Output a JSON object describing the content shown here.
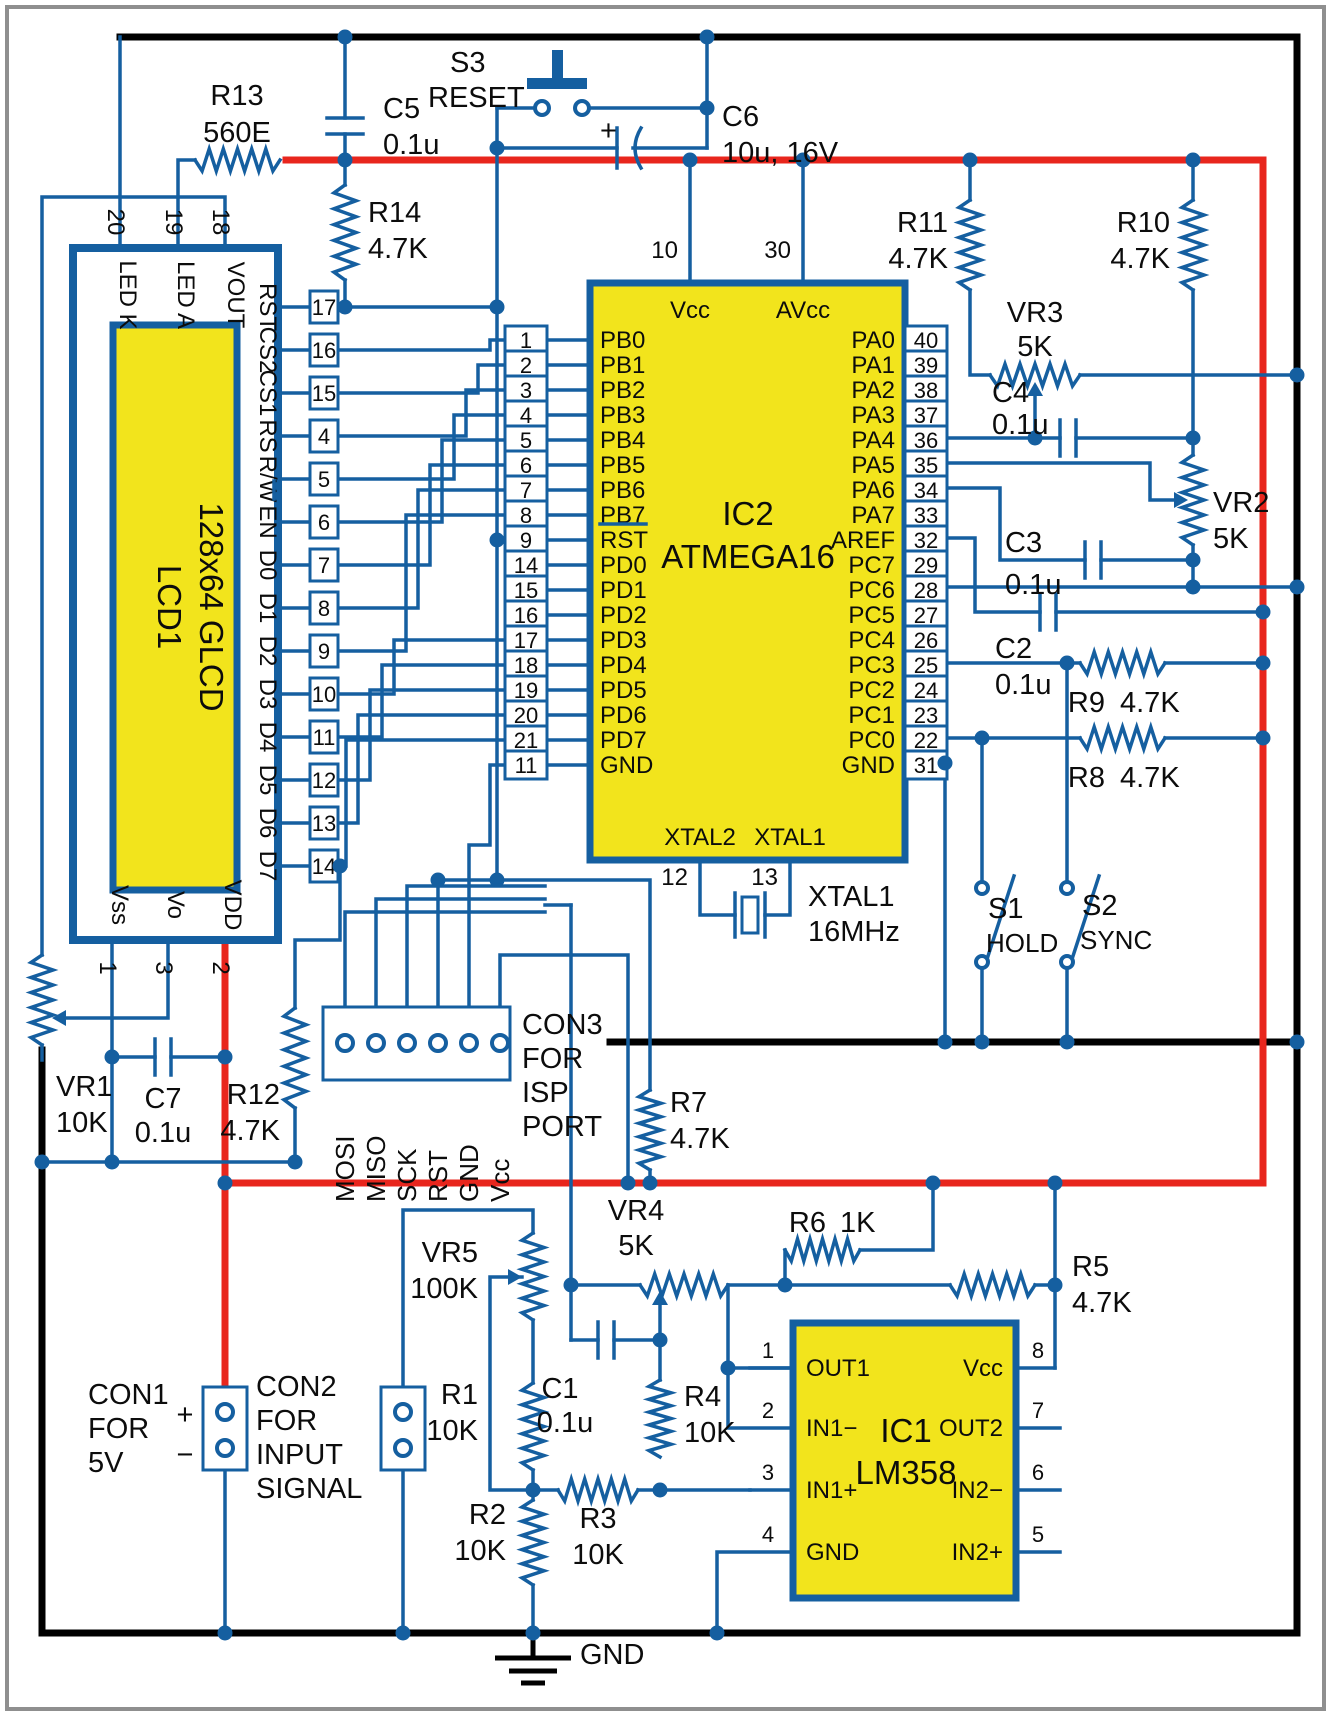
{
  "diagram": {
    "type": "circuit schematic",
    "system": "ATmega16 + 128x64 GLCD + LM358 signal front-end"
  },
  "colors": {
    "wire_blue": "#155fa0",
    "bus_black": "#000000",
    "bus_red": "#e8261d",
    "block_yellow": "#f2e41c",
    "border_gray": "#8f8f8f"
  },
  "gnd_label": "GND",
  "lcd": {
    "ref": "LCD1",
    "part": "128x64 GLCD",
    "top_pins": [
      {
        "num": "20",
        "name": "LED K"
      },
      {
        "num": "19",
        "name": "LED A"
      },
      {
        "num": "18",
        "name": "VOUT"
      }
    ],
    "right_pins": [
      {
        "num": "17",
        "name": "RST"
      },
      {
        "num": "16",
        "name": "CS2"
      },
      {
        "num": "15",
        "name": "CS1"
      },
      {
        "num": "4",
        "name": "RS"
      },
      {
        "num": "5",
        "name": "R/W"
      },
      {
        "num": "6",
        "name": "EN"
      },
      {
        "num": "7",
        "name": "D0"
      },
      {
        "num": "8",
        "name": "D1"
      },
      {
        "num": "9",
        "name": "D2"
      },
      {
        "num": "10",
        "name": "D3"
      },
      {
        "num": "11",
        "name": "D4"
      },
      {
        "num": "12",
        "name": "D5"
      },
      {
        "num": "13",
        "name": "D6"
      },
      {
        "num": "14",
        "name": "D7"
      }
    ],
    "bottom_pins": [
      {
        "num": "1",
        "name": "Vss"
      },
      {
        "num": "3",
        "name": "Vo"
      },
      {
        "num": "2",
        "name": "VDD"
      }
    ]
  },
  "ic2": {
    "ref": "IC2",
    "part": "ATMEGA16",
    "top_pins": [
      {
        "num": "10",
        "name": "Vcc"
      },
      {
        "num": "30",
        "name": "AVcc"
      }
    ],
    "left_pins": [
      {
        "num": "1",
        "name": "PB0"
      },
      {
        "num": "2",
        "name": "PB1"
      },
      {
        "num": "3",
        "name": "PB2"
      },
      {
        "num": "4",
        "name": "PB3"
      },
      {
        "num": "5",
        "name": "PB4"
      },
      {
        "num": "6",
        "name": "PB5"
      },
      {
        "num": "7",
        "name": "PB6"
      },
      {
        "num": "8",
        "name": "PB7"
      },
      {
        "num": "9",
        "name": "RST"
      },
      {
        "num": "14",
        "name": "PD0"
      },
      {
        "num": "15",
        "name": "PD1"
      },
      {
        "num": "16",
        "name": "PD2"
      },
      {
        "num": "17",
        "name": "PD3"
      },
      {
        "num": "18",
        "name": "PD4"
      },
      {
        "num": "19",
        "name": "PD5"
      },
      {
        "num": "20",
        "name": "PD6"
      },
      {
        "num": "21",
        "name": "PD7"
      },
      {
        "num": "11",
        "name": "GND"
      }
    ],
    "right_pins": [
      {
        "num": "40",
        "name": "PA0"
      },
      {
        "num": "39",
        "name": "PA1"
      },
      {
        "num": "38",
        "name": "PA2"
      },
      {
        "num": "37",
        "name": "PA3"
      },
      {
        "num": "36",
        "name": "PA4"
      },
      {
        "num": "35",
        "name": "PA5"
      },
      {
        "num": "34",
        "name": "PA6"
      },
      {
        "num": "33",
        "name": "PA7"
      },
      {
        "num": "32",
        "name": "AREF"
      },
      {
        "num": "29",
        "name": "PC7"
      },
      {
        "num": "28",
        "name": "PC6"
      },
      {
        "num": "27",
        "name": "PC5"
      },
      {
        "num": "26",
        "name": "PC4"
      },
      {
        "num": "25",
        "name": "PC3"
      },
      {
        "num": "24",
        "name": "PC2"
      },
      {
        "num": "23",
        "name": "PC1"
      },
      {
        "num": "22",
        "name": "PC0"
      },
      {
        "num": "31",
        "name": "GND"
      }
    ],
    "bottom_pins": [
      {
        "num": "12",
        "name": "XTAL2"
      },
      {
        "num": "13",
        "name": "XTAL1"
      }
    ]
  },
  "ic1": {
    "ref": "IC1",
    "part": "LM358",
    "left_pins": [
      {
        "num": "1",
        "name": "OUT1"
      },
      {
        "num": "2",
        "name": "IN1−"
      },
      {
        "num": "3",
        "name": "IN1+"
      },
      {
        "num": "4",
        "name": "GND"
      }
    ],
    "right_pins": [
      {
        "num": "8",
        "name": "Vcc"
      },
      {
        "num": "7",
        "name": "OUT2"
      },
      {
        "num": "6",
        "name": "IN2−"
      },
      {
        "num": "5",
        "name": "IN2+"
      }
    ]
  },
  "xtal": {
    "ref": "XTAL1",
    "value": "16MHz"
  },
  "res": {
    "r1": {
      "ref": "R1",
      "value": "10K"
    },
    "r2": {
      "ref": "R2",
      "value": "10K"
    },
    "r3": {
      "ref": "R3",
      "value": "10K"
    },
    "r4": {
      "ref": "R4",
      "value": "10K"
    },
    "r5": {
      "ref": "R5",
      "value": "4.7K"
    },
    "r6": {
      "ref": "R6",
      "value": "1K"
    },
    "r7": {
      "ref": "R7",
      "value": "4.7K"
    },
    "r8": {
      "ref": "R8",
      "value": "4.7K"
    },
    "r9": {
      "ref": "R9",
      "value": "4.7K"
    },
    "r10": {
      "ref": "R10",
      "value": "4.7K"
    },
    "r11": {
      "ref": "R11",
      "value": "4.7K"
    },
    "r12": {
      "ref": "R12",
      "value": "4.7K"
    },
    "r13": {
      "ref": "R13",
      "value": "560E"
    },
    "r14": {
      "ref": "R14",
      "value": "4.7K"
    }
  },
  "caps": {
    "c1": {
      "ref": "C1",
      "value": "0.1u"
    },
    "c2": {
      "ref": "C2",
      "value": "0.1u"
    },
    "c3": {
      "ref": "C3",
      "value": "0.1u"
    },
    "c4": {
      "ref": "C4",
      "value": "0.1u"
    },
    "c5": {
      "ref": "C5",
      "value": "0.1u"
    },
    "c6": {
      "ref": "C6",
      "value": "10u, 16V",
      "polarity": "+"
    },
    "c7": {
      "ref": "C7",
      "value": "0.1u"
    }
  },
  "pots": {
    "vr1": {
      "ref": "VR1",
      "value": "10K"
    },
    "vr2": {
      "ref": "VR2",
      "value": "5K"
    },
    "vr3": {
      "ref": "VR3",
      "value": "5K"
    },
    "vr4": {
      "ref": "VR4",
      "value": "5K"
    },
    "vr5": {
      "ref": "VR5",
      "value": "100K"
    }
  },
  "switches": {
    "s1": {
      "ref": "S1",
      "label": "HOLD"
    },
    "s2": {
      "ref": "S2",
      "label": "SYNC"
    },
    "s3": {
      "ref": "S3",
      "label": "RESET"
    }
  },
  "connectors": {
    "con1": {
      "lines": [
        "CON1",
        "FOR",
        "5V"
      ],
      "plus": "+",
      "minus": "−"
    },
    "con2": {
      "lines": [
        "CON2",
        "FOR",
        "INPUT",
        "SIGNAL"
      ]
    },
    "con3": {
      "lines": [
        "CON3",
        "FOR",
        "ISP",
        "PORT"
      ],
      "pins": [
        "MOSI",
        "MISO",
        "SCK",
        "RST",
        "GND",
        "Vcc"
      ]
    }
  }
}
